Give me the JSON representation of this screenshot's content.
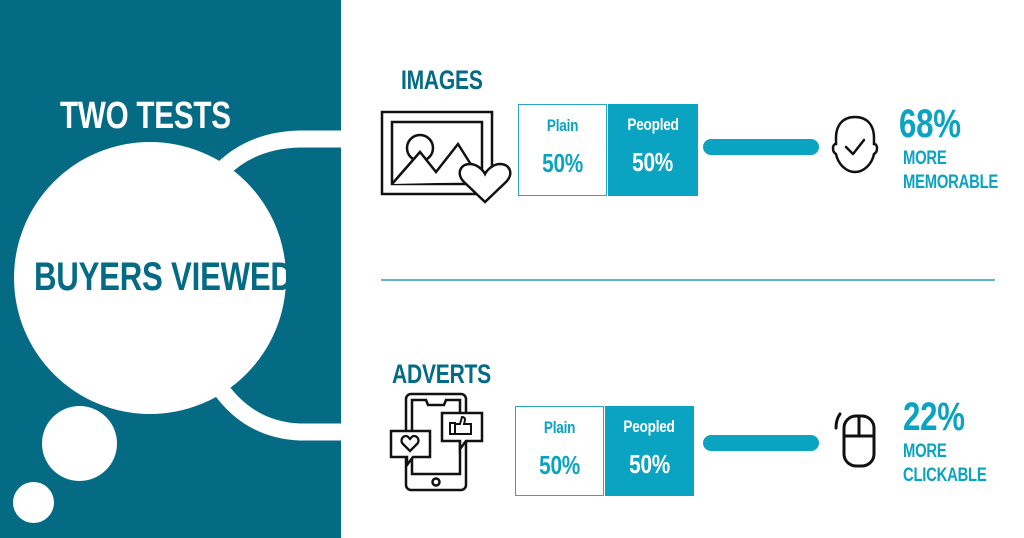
{
  "left_panel": {
    "title": "TWO TESTS",
    "bubble_text": "BUYERS VIEWED",
    "background_color": "#056b84"
  },
  "sections": [
    {
      "title": "IMAGES",
      "icon": "picture-with-heart-icon",
      "plain": {
        "label": "Plain",
        "value": "50%"
      },
      "peopled": {
        "label": "Peopled",
        "value": "50%"
      },
      "result_icon": "head-checkmark-icon",
      "result": {
        "percent": "68%",
        "line1": "MORE",
        "line2": "MEMORABLE"
      }
    },
    {
      "title": "ADVERTS",
      "icon": "smartphone-social-icon",
      "plain": {
        "label": "Plain",
        "value": "50%"
      },
      "peopled": {
        "label": "Peopled",
        "value": "50%"
      },
      "result_icon": "mouse-click-icon",
      "result": {
        "percent": "22%",
        "line1": "MORE",
        "line2": "CLICKABLE"
      }
    }
  ],
  "colors": {
    "dark_teal": "#056b84",
    "accent_teal": "#0aa3c2",
    "divider": "#5fb6c9",
    "icon_stroke": "#111111"
  }
}
